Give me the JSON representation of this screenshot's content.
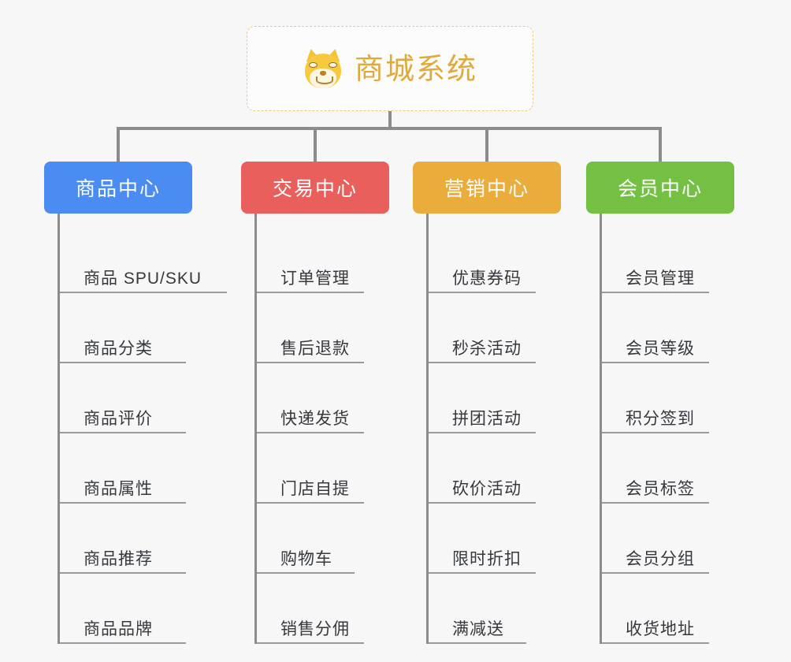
{
  "root": {
    "title": "商城系统",
    "icon": "shiba-dog-icon",
    "border_color": "#eec97c",
    "title_color": "#e0a93c"
  },
  "page": {
    "background": "#f7f7f7",
    "connector_color": "#8c8c8c"
  },
  "columns": [
    {
      "id": "product-center",
      "label": "商品中心",
      "color": "#4a8cf2",
      "color_name": "blue",
      "items": [
        {
          "label": "商品 SPU/SKU"
        },
        {
          "label": "商品分类"
        },
        {
          "label": "商品评价"
        },
        {
          "label": "商品属性"
        },
        {
          "label": "商品推荐"
        },
        {
          "label": "商品品牌"
        }
      ]
    },
    {
      "id": "trade-center",
      "label": "交易中心",
      "color": "#e85f5b",
      "color_name": "red",
      "items": [
        {
          "label": "订单管理"
        },
        {
          "label": "售后退款"
        },
        {
          "label": "快递发货"
        },
        {
          "label": "门店自提"
        },
        {
          "label": "购物车"
        },
        {
          "label": "销售分佣"
        }
      ]
    },
    {
      "id": "marketing-center",
      "label": "营销中心",
      "color": "#eaad3c",
      "color_name": "orange",
      "items": [
        {
          "label": "优惠券码"
        },
        {
          "label": "秒杀活动"
        },
        {
          "label": "拼团活动"
        },
        {
          "label": "砍价活动"
        },
        {
          "label": "限时折扣"
        },
        {
          "label": "满减送"
        }
      ]
    },
    {
      "id": "member-center",
      "label": "会员中心",
      "color": "#73c043",
      "color_name": "green",
      "items": [
        {
          "label": "会员管理"
        },
        {
          "label": "会员等级"
        },
        {
          "label": "积分签到"
        },
        {
          "label": "会员标签"
        },
        {
          "label": "会员分组"
        },
        {
          "label": "收货地址"
        }
      ]
    }
  ]
}
